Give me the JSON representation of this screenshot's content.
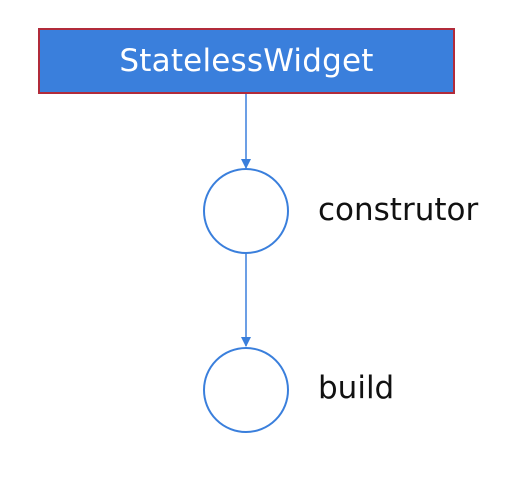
{
  "diagram": {
    "root": {
      "label": "StatelessWidget"
    },
    "nodes": [
      {
        "id": "constructor",
        "label": "construtor"
      },
      {
        "id": "build",
        "label": "build"
      }
    ],
    "edges": [
      {
        "from": "StatelessWidget",
        "to": "constructor"
      },
      {
        "from": "constructor",
        "to": "build"
      }
    ]
  },
  "colors": {
    "box_fill": "#3a7fdc",
    "box_border": "#b12b3a",
    "connector": "#3a7fdc",
    "node_stroke": "#3a7fdc",
    "text": "#111111"
  }
}
